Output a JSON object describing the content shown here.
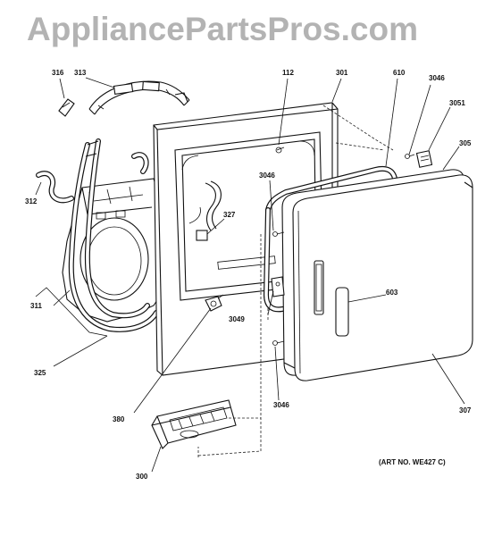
{
  "watermark": "AppliancePartsPros.com",
  "art_number": "(ART NO. WE427 C)",
  "part_labels": {
    "p316": "316",
    "p313": "313",
    "p112": "112",
    "p301": "301",
    "p610": "610",
    "p3046_top": "3046",
    "p3051": "3051",
    "p305": "305",
    "p312": "312",
    "p3046_mid": "3046",
    "p327": "327",
    "p603": "603",
    "p311": "311",
    "p3049": "3049",
    "p325": "325",
    "p380": "380",
    "p3046_bot": "3046",
    "p307": "307",
    "p300": "300"
  }
}
